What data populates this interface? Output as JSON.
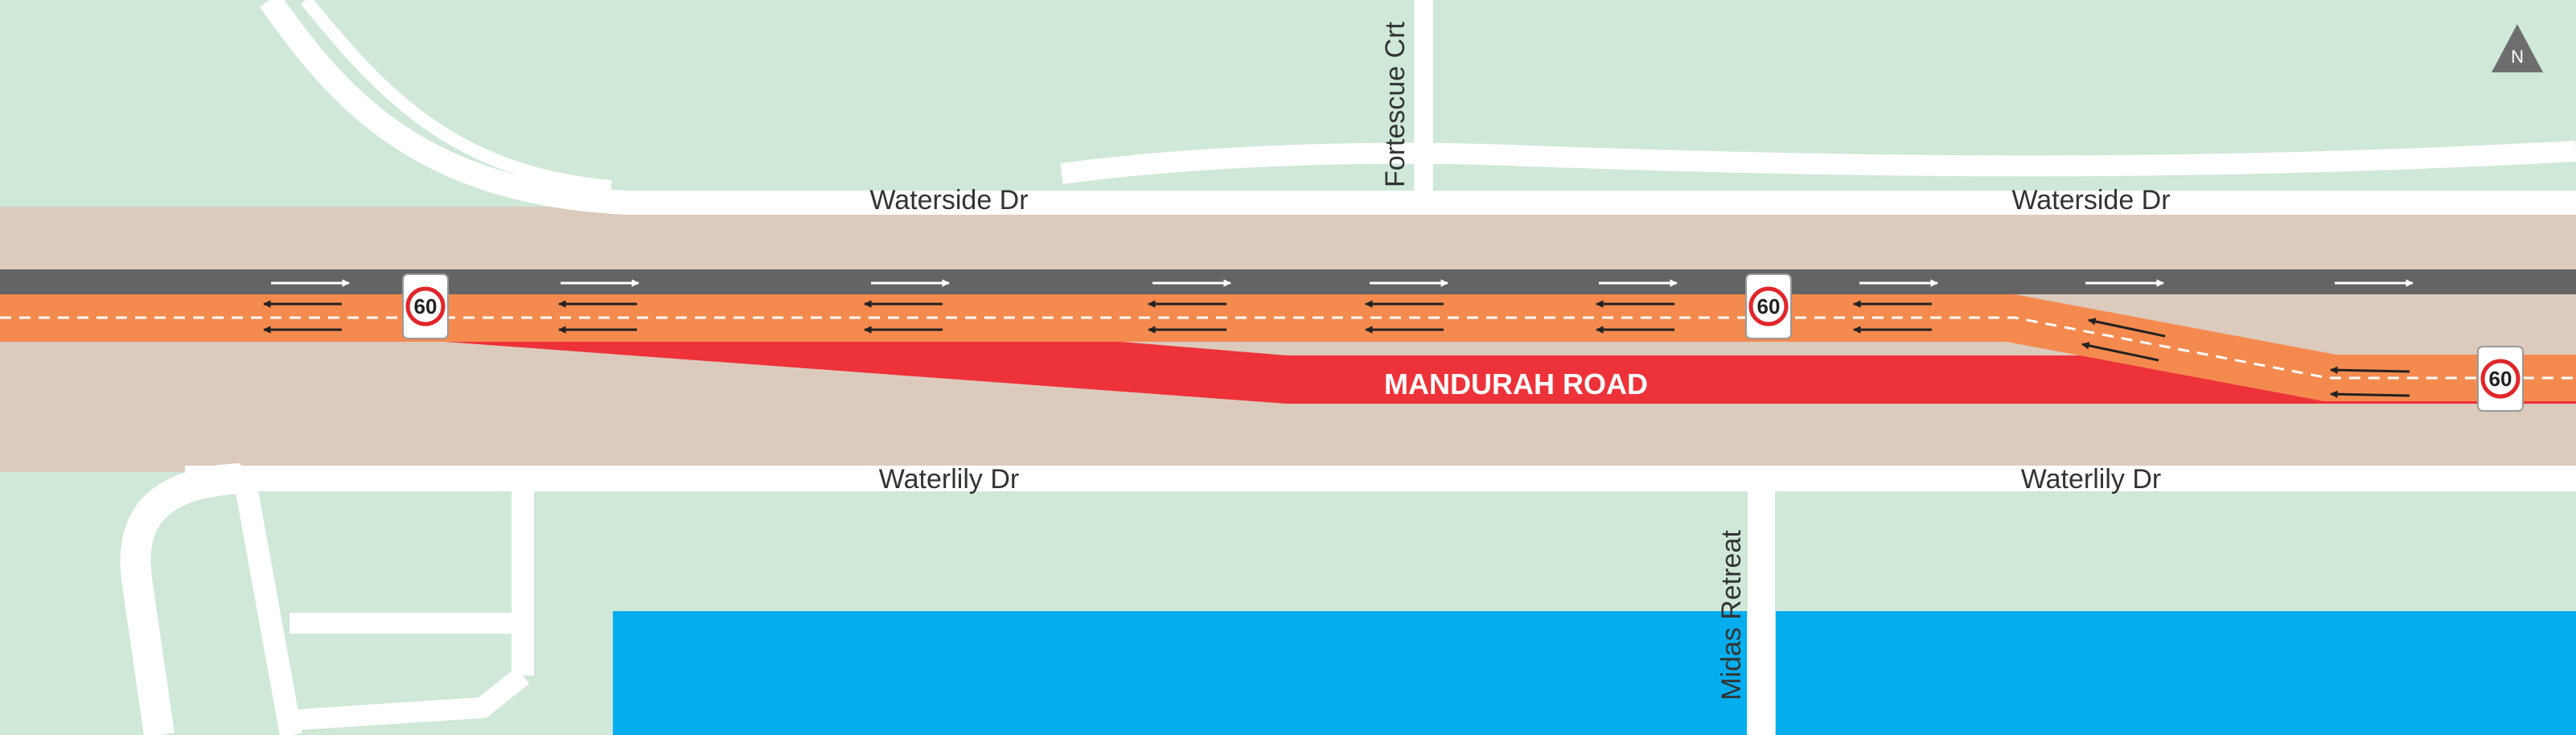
{
  "colors": {
    "land": "#cfe8d8",
    "road_reserve": "#dccbbd",
    "street": "#ffffff",
    "carriageway": "#646464",
    "temp_lanes": "#f58a4f",
    "closure": "#ee3239",
    "water": "#04aeee",
    "north_marker": "#6e6e6e"
  },
  "streets": {
    "waterside_west": "Waterside Dr",
    "waterside_east": "Waterside Dr",
    "waterlily_west": "Waterlily Dr",
    "waterlily_east": "Waterlily Dr",
    "fortescue": "Fortescue Crt",
    "midas": "Midas Retreat"
  },
  "main_road": {
    "label": "MANDURAH ROAD"
  },
  "speed_signs": [
    "60",
    "60",
    "60"
  ],
  "north_arrow": {
    "label": "N",
    "icon": "north-arrow-icon"
  },
  "traffic_arrows": {
    "northbound_icon": "arrow-right-icon",
    "southbound_icon": "arrow-left-icon"
  }
}
